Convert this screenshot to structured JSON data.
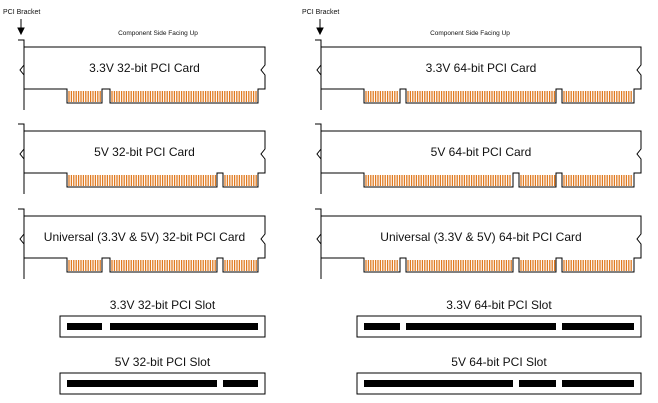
{
  "bracket_label": "PCI Bracket",
  "side_label": "Component Side Facing Up",
  "cards": [
    {
      "label": "3.3V 32-bit PCI Card",
      "type": "3.3V",
      "width": "32-bit"
    },
    {
      "label": "3.3V 64-bit PCI Card",
      "type": "3.3V",
      "width": "64-bit"
    },
    {
      "label": "5V 32-bit PCI Card",
      "type": "5V",
      "width": "32-bit"
    },
    {
      "label": "5V 64-bit PCI Card",
      "type": "5V",
      "width": "64-bit"
    },
    {
      "label": "Universal (3.3V & 5V) 32-bit PCI Card",
      "type": "Universal",
      "width": "32-bit"
    },
    {
      "label": "Universal (3.3V & 5V) 64-bit PCI Card",
      "type": "Universal",
      "width": "64-bit"
    }
  ],
  "slots": [
    {
      "label": "3.3V 32-bit PCI Slot",
      "type": "3.3V",
      "width": "32-bit"
    },
    {
      "label": "3.3V 64-bit PCI Slot",
      "type": "3.3V",
      "width": "64-bit"
    },
    {
      "label": "5V 32-bit PCI Slot",
      "type": "5V",
      "width": "32-bit"
    },
    {
      "label": "5V 64-bit PCI Slot",
      "type": "5V",
      "width": "64-bit"
    }
  ],
  "colors": {
    "contact": "#e07a20",
    "outline": "#000000"
  }
}
